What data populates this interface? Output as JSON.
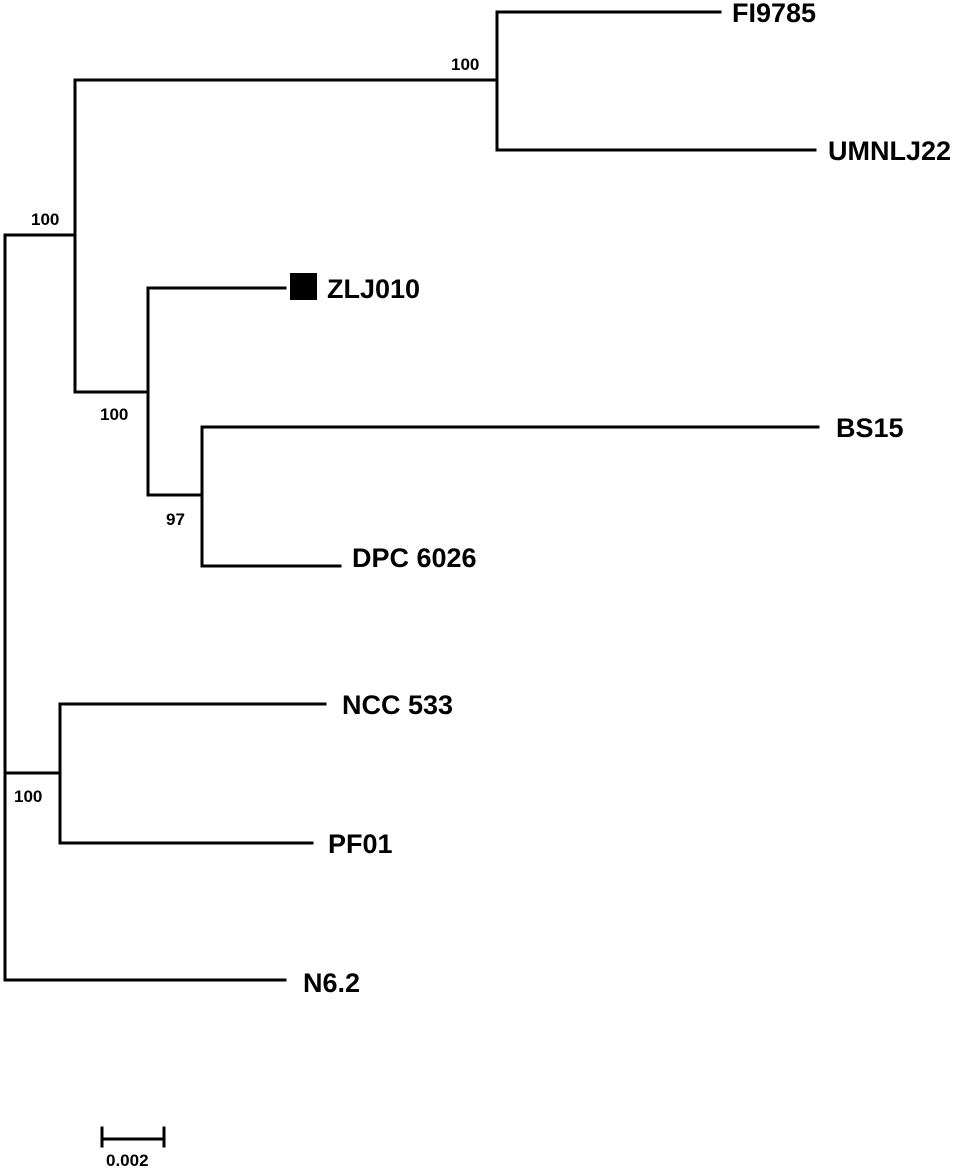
{
  "tree": {
    "taxa": [
      {
        "id": "FI9785",
        "label": "FI9785"
      },
      {
        "id": "UMNLJ22",
        "label": "UMNLJ22"
      },
      {
        "id": "ZLJ010",
        "label": "ZLJ010",
        "marker": "filled-square"
      },
      {
        "id": "BS15",
        "label": "BS15"
      },
      {
        "id": "DPC6026",
        "label": "DPC 6026"
      },
      {
        "id": "NCC533",
        "label": "NCC 533"
      },
      {
        "id": "PF01",
        "label": "PF01"
      },
      {
        "id": "N62",
        "label": "N6.2"
      }
    ],
    "support_values": [
      {
        "node": "FI9785-UMNLJ22",
        "label": "100"
      },
      {
        "node": "upper-clade",
        "label": "100"
      },
      {
        "node": "ZLJ010-BS15-DPC6026",
        "label": "100"
      },
      {
        "node": "BS15-DPC6026",
        "label": "97"
      },
      {
        "node": "NCC533-PF01",
        "label": "100"
      }
    ],
    "scale_bar": {
      "label": "0.002"
    },
    "colors": {
      "line": "#000000",
      "background": "#ffffff"
    }
  }
}
